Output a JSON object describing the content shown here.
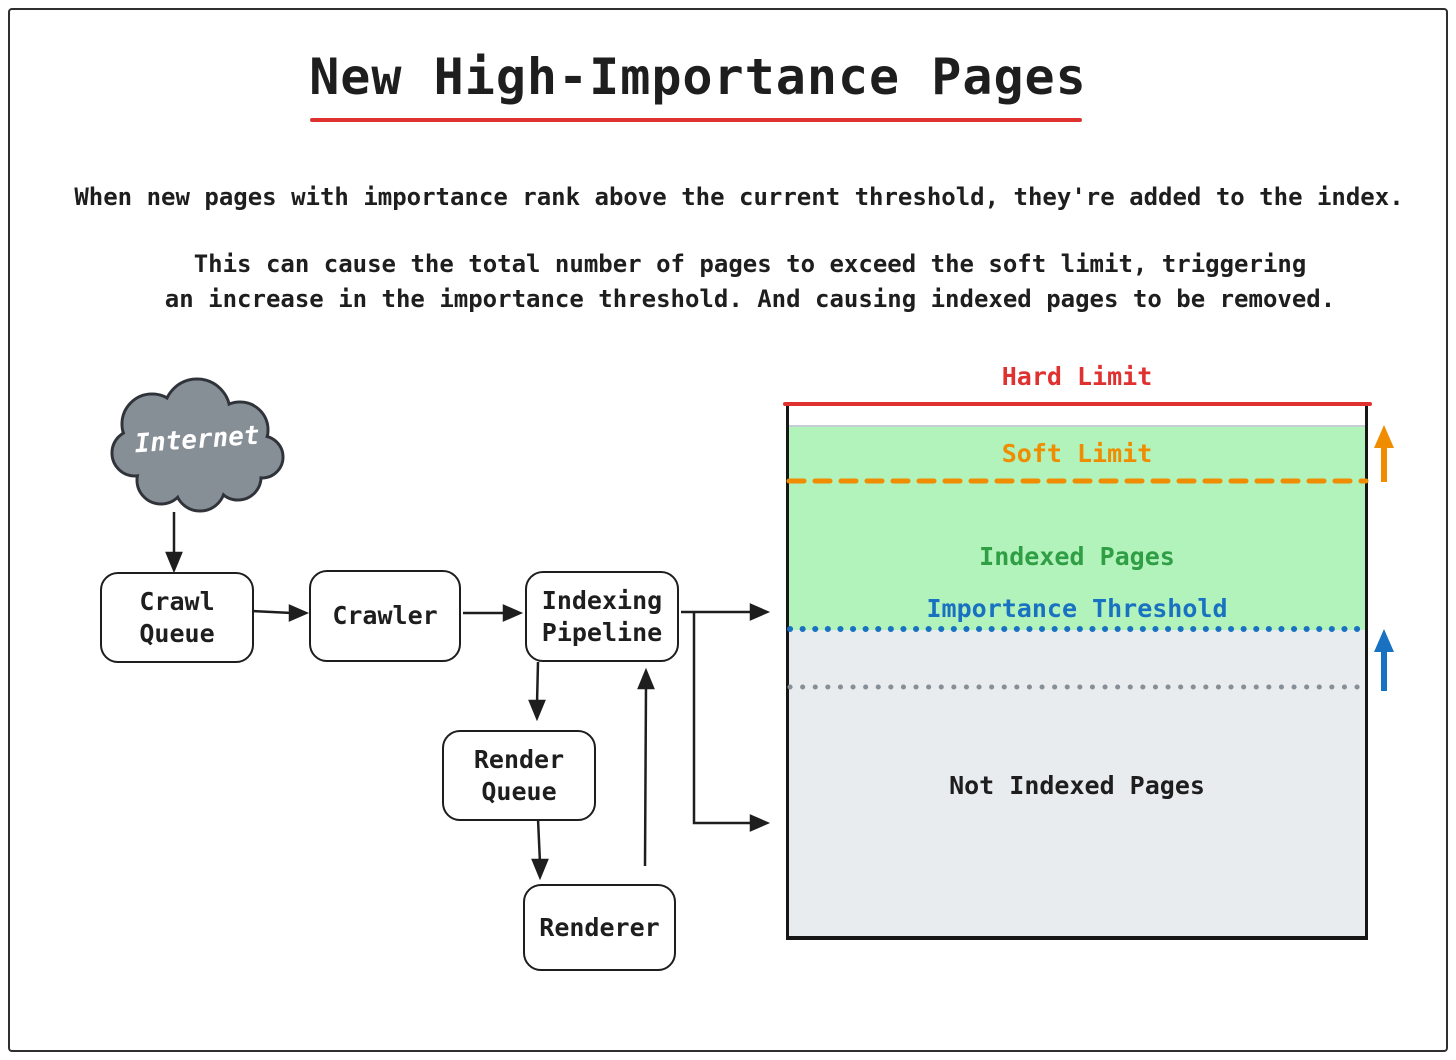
{
  "title": {
    "text": "New High-Importance Pages"
  },
  "intro": {
    "para1": "When new pages with importance rank above the current threshold, they're added to the index.",
    "para2_line1": "This can cause the total number of pages to exceed the soft limit, triggering",
    "para2_line2": "an increase in the importance threshold. And causing indexed pages to be removed."
  },
  "flowchart": {
    "internet_label": "Internet",
    "crawl_queue_label": "Crawl\nQueue",
    "crawler_label": "Crawler",
    "indexing_pipeline_label": "Indexing\nPipeline",
    "render_queue_label": "Render\nQueue",
    "renderer_label": "Renderer"
  },
  "index_box": {
    "hard_limit_label": "Hard Limit",
    "soft_limit_label": "Soft Limit",
    "indexed_pages_label": "Indexed Pages",
    "importance_threshold_label": "Importance Threshold",
    "not_indexed_pages_label": "Not Indexed Pages"
  },
  "colors": {
    "hard_limit_red": "#e03131",
    "soft_limit_orange": "#f08c00",
    "indexed_green_fill": "#b2f2bb",
    "indexed_green_text": "#2f9e44",
    "threshold_blue": "#1971c2",
    "not_indexed_gray_fill": "#e9ecef",
    "neutral_dotted_gray": "#868e96",
    "cloud_gray": "#868e96",
    "ink_black": "#1e1e1e"
  }
}
